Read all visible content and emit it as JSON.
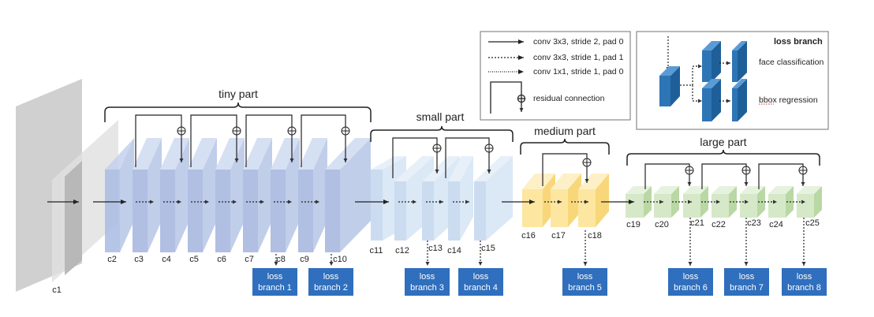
{
  "layers": {
    "c1": "c1",
    "c2": "c2",
    "c3": "c3",
    "c4": "c4",
    "c5": "c5",
    "c6": "c6",
    "c7": "c7",
    "c8": "c8",
    "c9": "c9",
    "c10": "c10",
    "c11": "c11",
    "c12": "c12",
    "c13": "c13",
    "c14": "c14",
    "c15": "c15",
    "c16": "c16",
    "c17": "c17",
    "c18": "c18",
    "c19": "c19",
    "c20": "c20",
    "c21": "c21",
    "c22": "c22",
    "c23": "c23",
    "c24": "c24",
    "c25": "c25"
  },
  "parts": {
    "tiny": "tiny  part",
    "small": "small  part",
    "medium": "medium part",
    "large": "large part"
  },
  "loss_boxes": {
    "b1": {
      "line1": "loss",
      "line2": "branch 1"
    },
    "b2": {
      "line1": "loss",
      "line2": "branch 2"
    },
    "b3": {
      "line1": "loss",
      "line2": "branch 3"
    },
    "b4": {
      "line1": "loss",
      "line2": "branch 4"
    },
    "b5": {
      "line1": "loss",
      "line2": "branch 5"
    },
    "b6": {
      "line1": "loss",
      "line2": "branch 6"
    },
    "b7": {
      "line1": "loss",
      "line2": "branch 7"
    },
    "b8": {
      "line1": "loss",
      "line2": "branch 8"
    }
  },
  "legend": {
    "solid": "conv 3x3, stride 2, pad 0",
    "dotted": "conv 3x3, stride 1, pad 1",
    "dashed": "conv 1x1, stride 1, pad 0",
    "residual": "residual connection"
  },
  "loss_branch_panel": {
    "title": "loss branch",
    "face": "face classification",
    "bbox": "bbox regression"
  },
  "colors": {
    "tiny": "#b7c6e7",
    "small": "#cfe0f2",
    "medium": "#fde9a8",
    "large": "#d5e8c8",
    "loss_box": "#2f6fbd",
    "panel_block": "#2e75b6"
  }
}
